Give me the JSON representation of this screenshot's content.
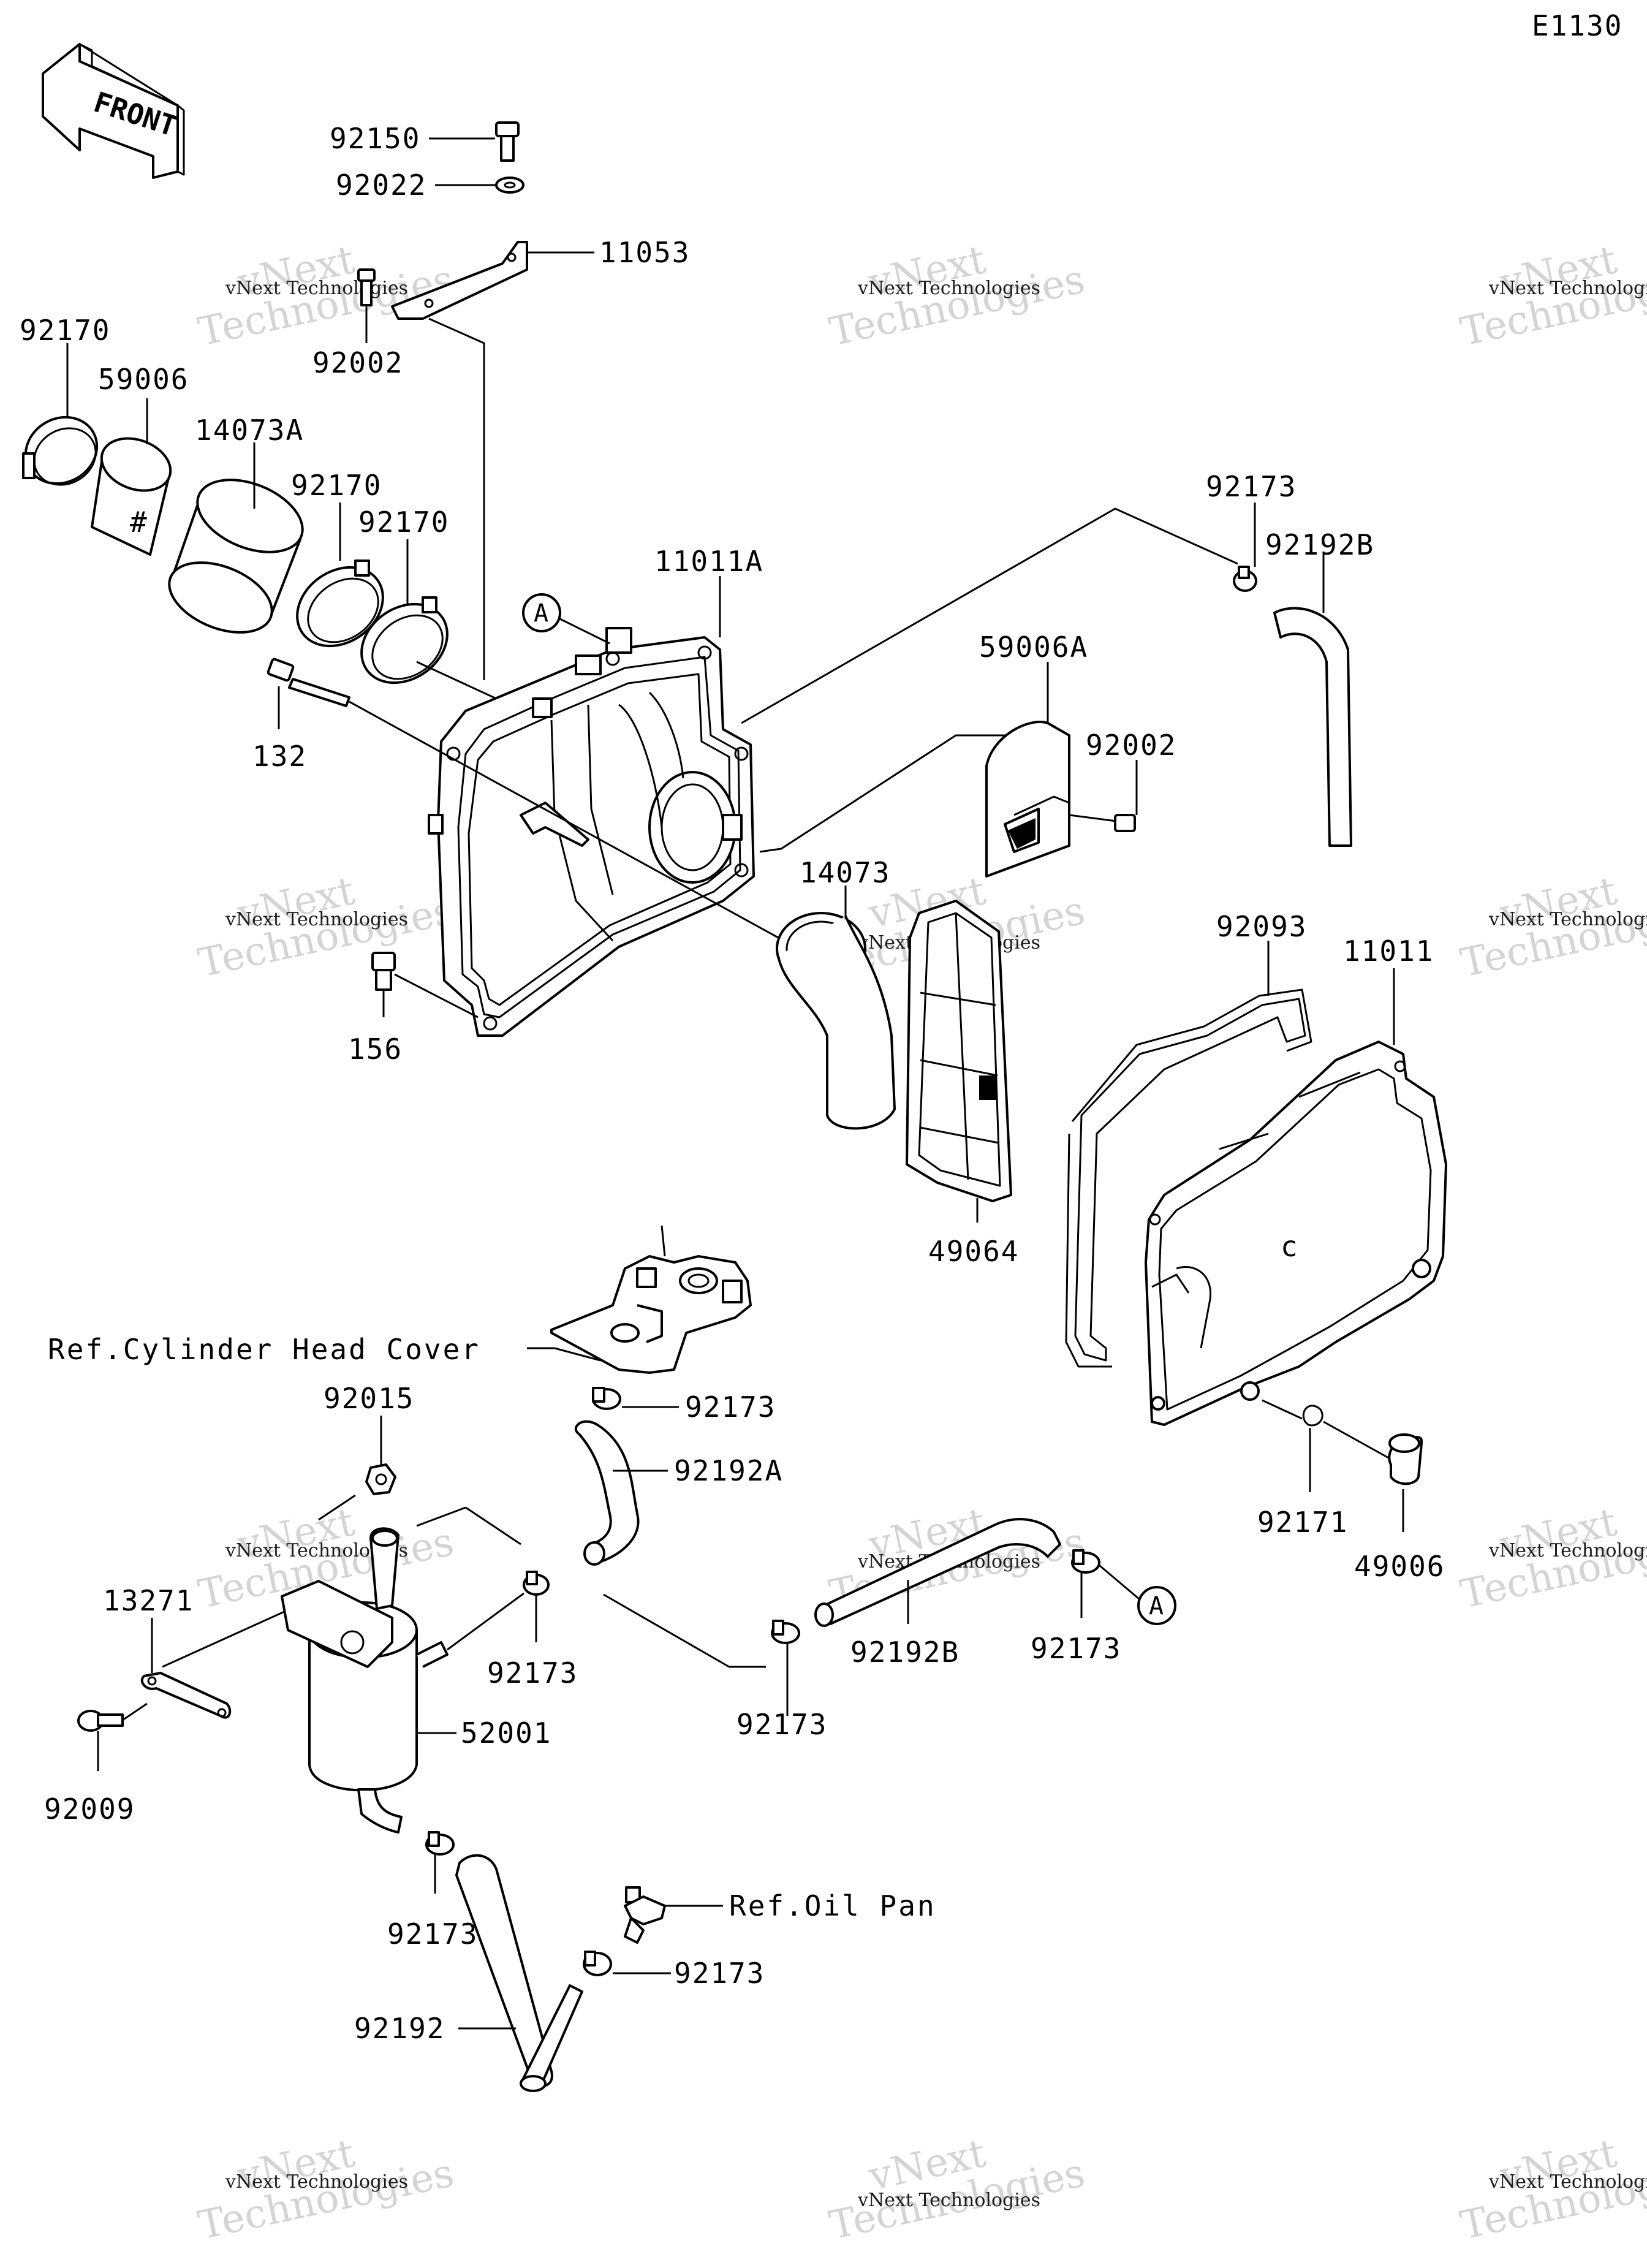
{
  "diagram": {
    "code": "E1130",
    "front_label": "FRONT",
    "callout_letter": "A",
    "watermark": {
      "brand": "vNext",
      "text": "Technologies",
      "sub": "vNext Technologies"
    },
    "labels": {
      "p92150": "92150",
      "p92022": "92022",
      "p11053": "11053",
      "p92002a": "92002",
      "p92170a": "92170",
      "p59006": "59006",
      "p14073A": "14073A",
      "p92170b": "92170",
      "p92170c": "92170",
      "p11011A": "11011A",
      "p132": "132",
      "p156": "156",
      "p92173a": "92173",
      "p92192Ba": "92192B",
      "p59006A": "59006A",
      "p92002b": "92002",
      "p14073": "14073",
      "p92093": "92093",
      "p11011": "11011",
      "p49064": "49064",
      "ref_head_cover": "Ref.Cylinder Head Cover",
      "p92015": "92015",
      "p92173b": "92173",
      "p92192A": "92192A",
      "p13271": "13271",
      "p92173c": "92173",
      "p52001": "52001",
      "p92009": "92009",
      "p92192Bb": "92192B",
      "p92173d": "92173",
      "p92173e": "92173",
      "p92171": "92171",
      "p49006": "49006",
      "p92173f": "92173",
      "ref_oil_pan": "Ref.Oil Pan",
      "p92173g": "92173",
      "p92192": "92192"
    }
  }
}
